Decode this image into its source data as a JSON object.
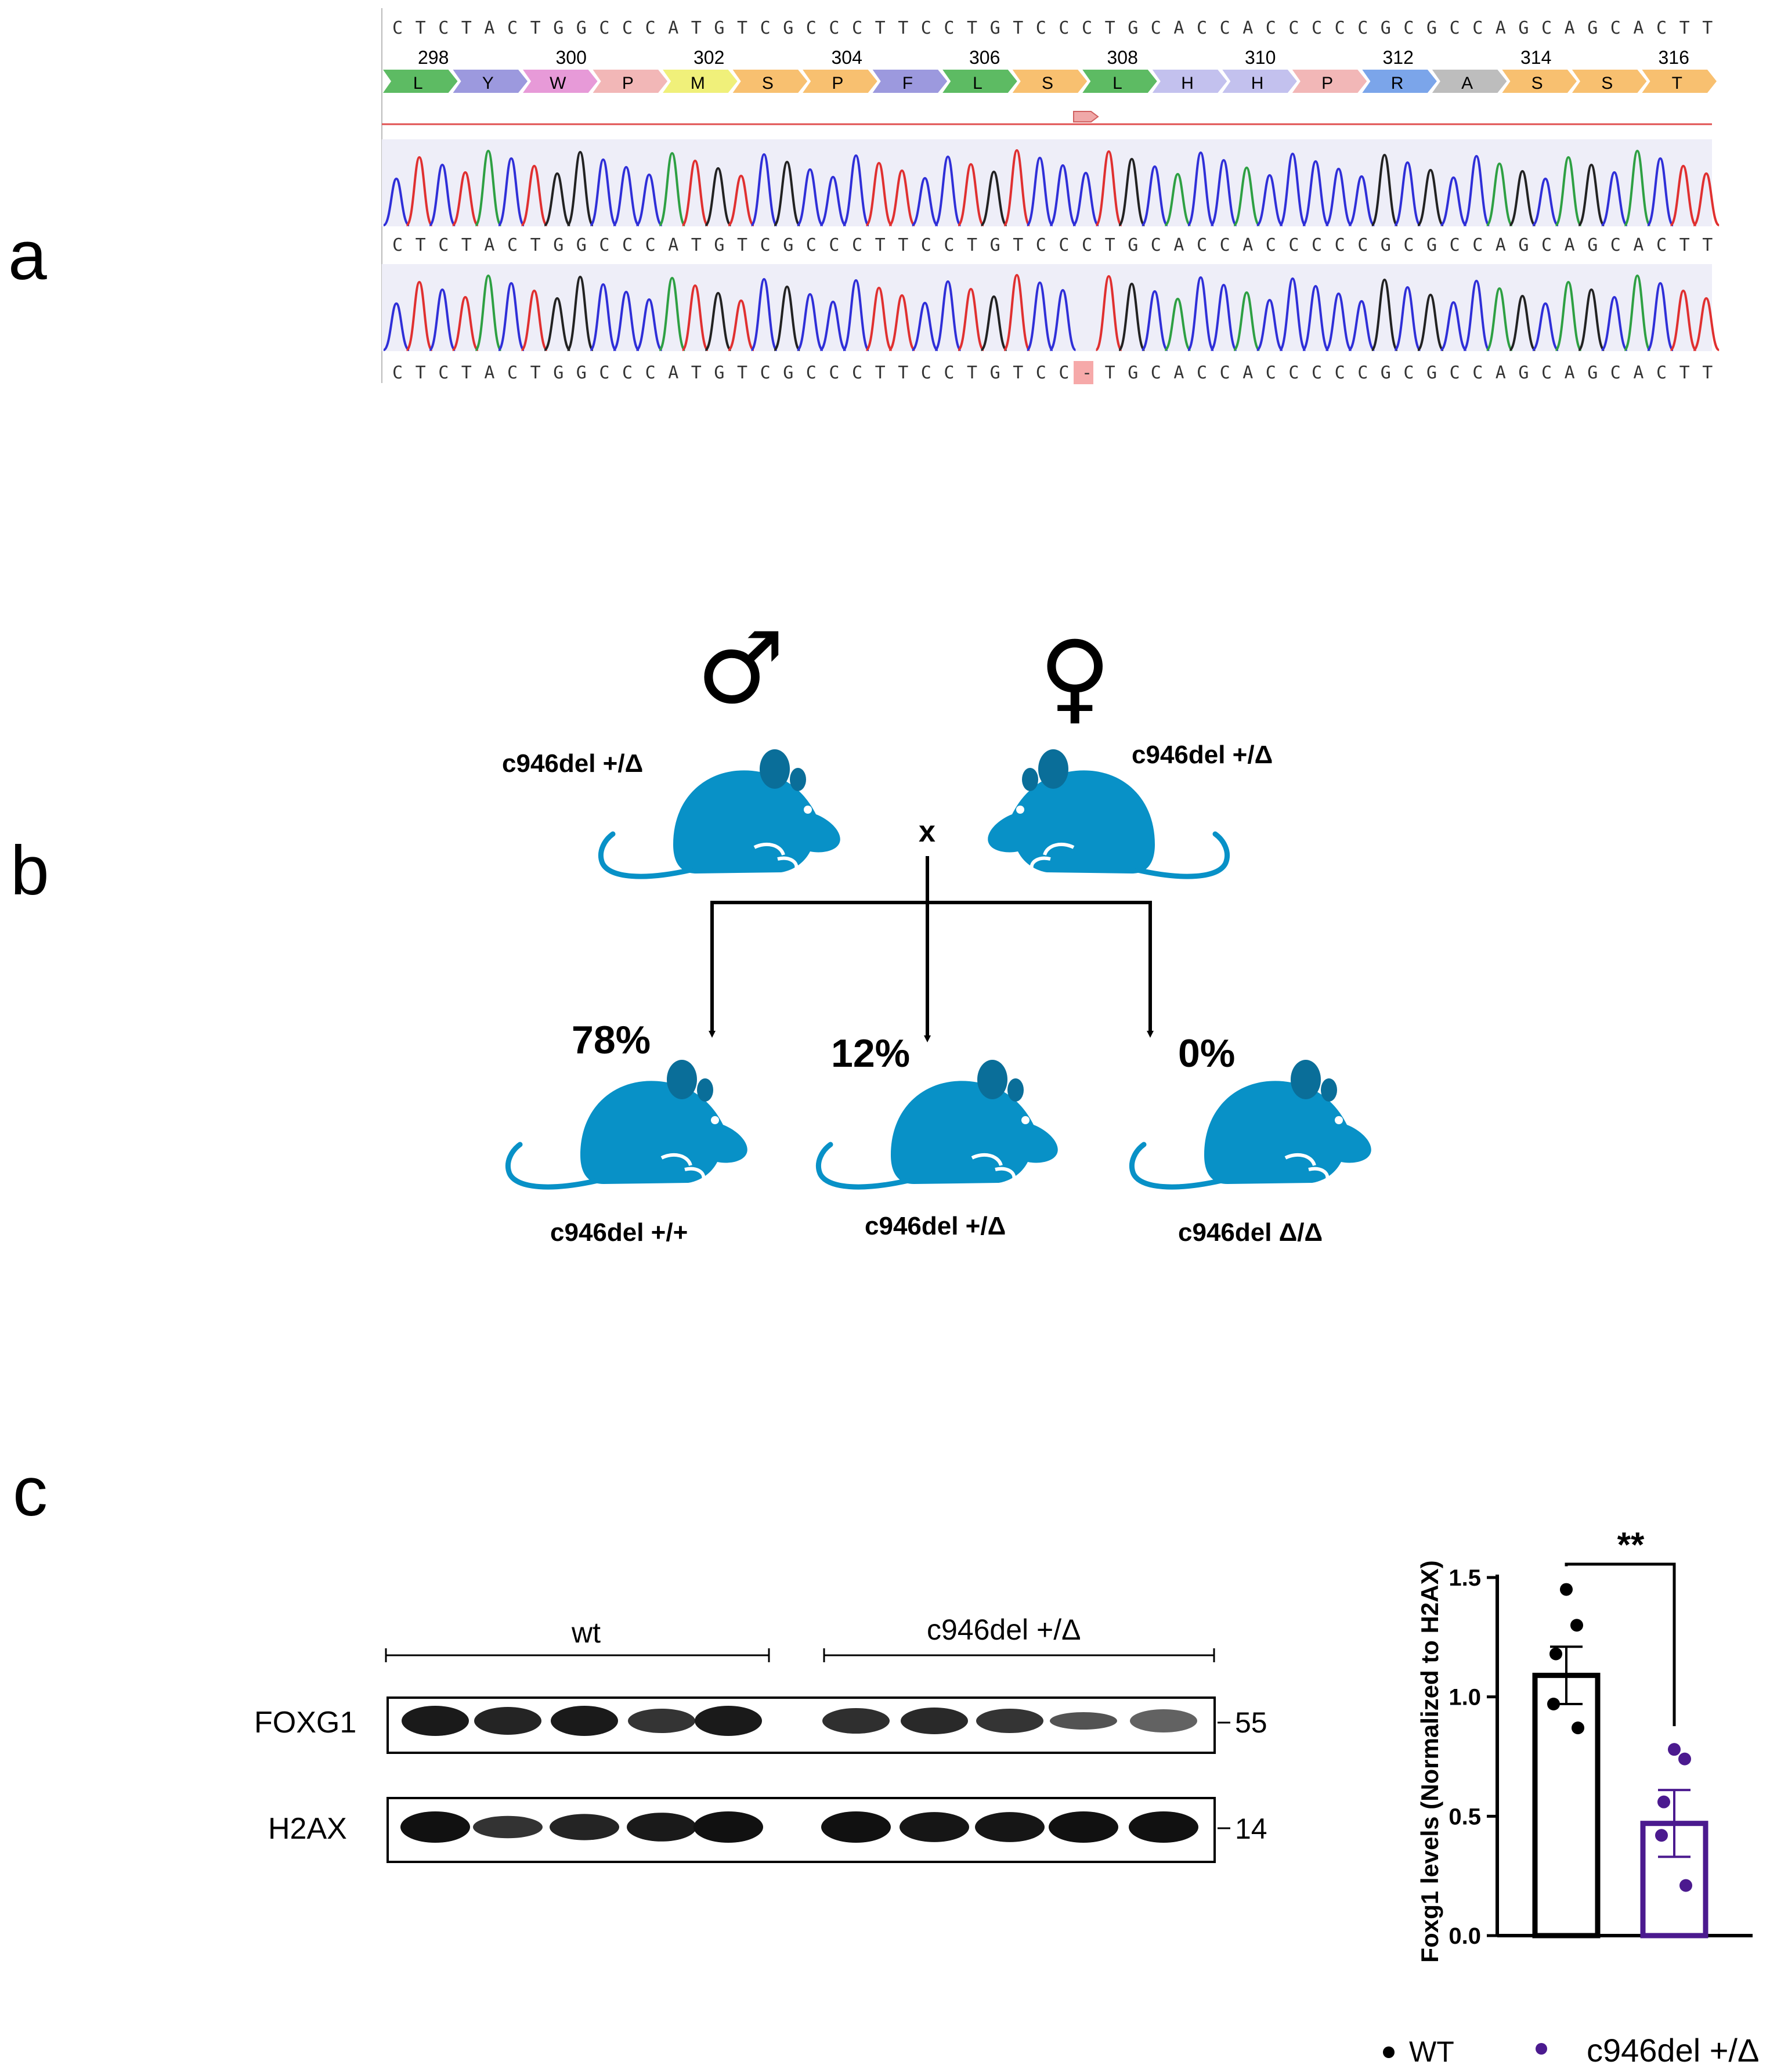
{
  "panels": {
    "a": "a",
    "b": "b",
    "c": "c"
  },
  "sequence": {
    "ref": "CTCTACTGGCCCATGTCGCCCTTCCTGTCCCTGCACCACCCCCGCGCCAGCAGCACTT",
    "wt_read": "CTCTACTGGCCCATGTCGCCCTTCCTGTCCCTGCACCACCCCCGCGCCAGCAGCACTT",
    "mut_read": "CTCTACTGGCCCATGTCGCCCTTCCTGTCC-TGCACCACCCCCGCGCCAGCAGCACTT",
    "deletion_index": 30,
    "codon_numbers": [
      "298",
      "300",
      "302",
      "304",
      "306",
      "308",
      "310",
      "312",
      "314",
      "316"
    ],
    "amino_acids": [
      {
        "aa": "L",
        "color": "#5dbb63"
      },
      {
        "aa": "Y",
        "color": "#9c99de"
      },
      {
        "aa": "W",
        "color": "#e79ad8"
      },
      {
        "aa": "P",
        "color": "#f2b7b7"
      },
      {
        "aa": "M",
        "color": "#f0f07a"
      },
      {
        "aa": "S",
        "color": "#f8c070"
      },
      {
        "aa": "P",
        "color": "#f8c070"
      },
      {
        "aa": "F",
        "color": "#9c99de"
      },
      {
        "aa": "L",
        "color": "#5dbb63"
      },
      {
        "aa": "S",
        "color": "#f8c070"
      },
      {
        "aa": "L",
        "color": "#5dbb63"
      },
      {
        "aa": "H",
        "color": "#c3c1ee"
      },
      {
        "aa": "H",
        "color": "#c3c1ee"
      },
      {
        "aa": "P",
        "color": "#f2b7b7"
      },
      {
        "aa": "R",
        "color": "#7ba5ea"
      },
      {
        "aa": "A",
        "color": "#bdbdbd"
      },
      {
        "aa": "S",
        "color": "#f8c070"
      },
      {
        "aa": "S",
        "color": "#f8c070"
      },
      {
        "aa": "T",
        "color": "#f8c070"
      }
    ],
    "base_colors": {
      "A": "#2ea043",
      "C": "#2f2fd8",
      "G": "#222222",
      "T": "#e03030"
    }
  },
  "cross": {
    "male_symbol": "♂",
    "female_symbol": "♀",
    "male_genotype": "c946del +/Δ",
    "female_genotype": "c946del +/Δ",
    "cross_mark": "x",
    "mouse_color": "#0891c7",
    "ear_color": "#0a6e99",
    "offspring": [
      {
        "percent": "78%",
        "genotype": "c946del +/+"
      },
      {
        "percent": "12%",
        "genotype": "c946del +/Δ"
      },
      {
        "percent": "0%",
        "genotype": "c946del Δ/Δ"
      }
    ]
  },
  "western": {
    "group_wt": "wt",
    "group_mut": "c946del +/Δ",
    "row1_label": "FOXG1",
    "row2_label": "H2AX",
    "marker1": "55",
    "marker2": "14"
  },
  "chart_data": {
    "type": "bar",
    "categories": [
      "WT",
      "c946del +/Δ"
    ],
    "values": [
      1.09,
      0.47
    ],
    "errors": [
      0.12,
      0.14
    ],
    "points": [
      [
        1.45,
        1.3,
        1.18,
        0.97,
        0.87
      ],
      [
        0.78,
        0.74,
        0.56,
        0.42,
        0.21
      ]
    ],
    "colors": [
      "#000000",
      "#4b1a8f"
    ],
    "ylabel": "Foxg1 levels (Normalized to H2AX)",
    "ylim": [
      0,
      1.5
    ],
    "yticks": [
      "0.0",
      "0.5",
      "1.0",
      "1.5"
    ],
    "significance": "**",
    "legend": [
      "WT",
      "c946del +/Δ"
    ],
    "legend_placement": "bottom"
  }
}
